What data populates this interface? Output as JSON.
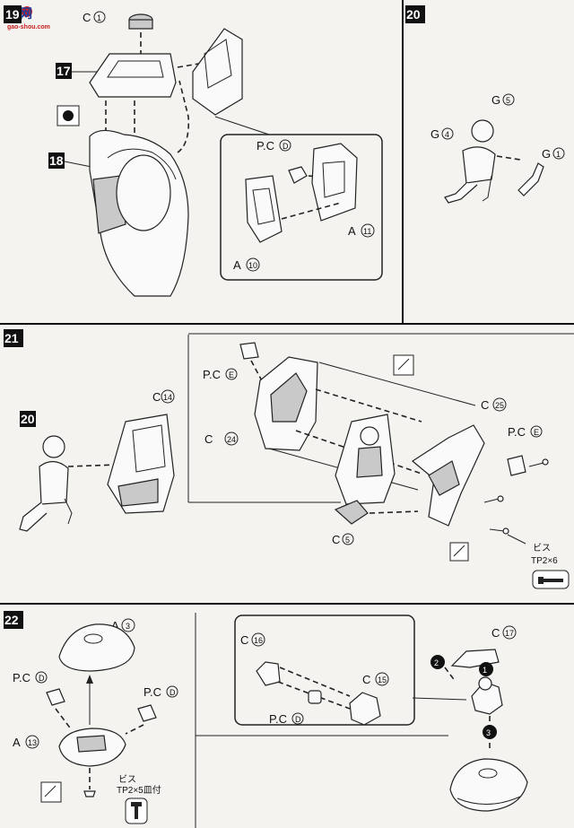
{
  "watermark": {
    "chars": "高网",
    "url": "gao-shou.com"
  },
  "steps": [
    {
      "number": "19",
      "labels": {
        "c1": "C",
        "c1n": "1",
        "p17": "17",
        "p18": "18",
        "pcd": "P.C",
        "pcdn": "D",
        "a11": "A",
        "a11n": "11",
        "a10": "A",
        "a10n": "10"
      }
    },
    {
      "number": "20",
      "labels": {
        "g5": "G",
        "g5n": "5",
        "g4": "G",
        "g4n": "4",
        "g1": "G",
        "g1n": "1"
      }
    },
    {
      "number": "21",
      "labels": {
        "p20": "20",
        "c14": "C",
        "c14n": "14",
        "pce1": "P.C",
        "pce1n": "E",
        "c24": "C",
        "c24n": "24",
        "c25": "C",
        "c25n": "25",
        "pce2": "P.C",
        "pce2n": "E",
        "c5": "C",
        "c5n": "5",
        "screw": "ビス",
        "screwsize": "TP2×6"
      }
    },
    {
      "number": "22",
      "labels": {
        "a3": "A",
        "a3n": "3",
        "pcd1": "P.C",
        "pcd1n": "D",
        "pcd2": "P.C",
        "pcd2n": "D",
        "a13": "A",
        "a13n": "13",
        "screw": "ビス",
        "screwsize": "TP2×5皿付",
        "c16": "C",
        "c16n": "16",
        "c15": "C",
        "c15n": "15",
        "pcd3": "P.C",
        "pcd3n": "D",
        "c17": "C",
        "c17n": "17",
        "o1": "1",
        "o2": "2",
        "o3": "3"
      }
    }
  ]
}
